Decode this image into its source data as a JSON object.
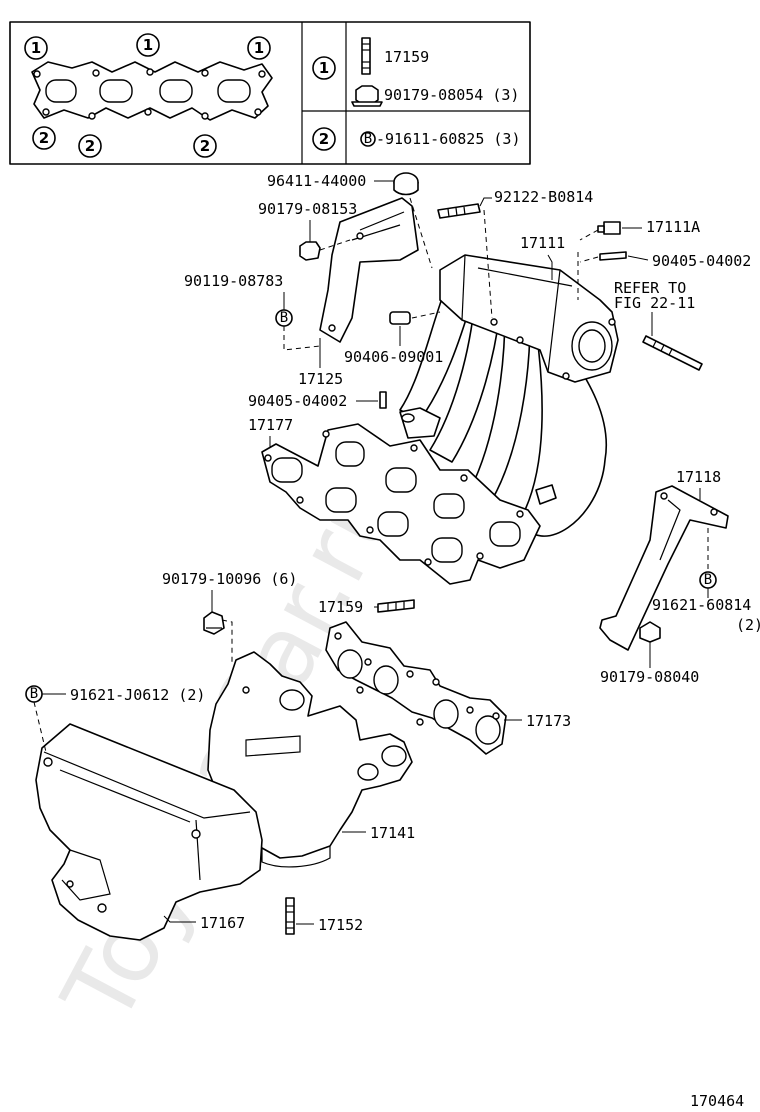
{
  "watermark": "ToyotaCar.ru",
  "legend": {
    "circle_1": "1",
    "circle_2": "2",
    "row1_part_a": "17159",
    "row1_part_b": "90179-08054 (3)",
    "row2_marker": "B",
    "row2_part": "-91611-60825 (3)"
  },
  "labels": {
    "p96411": "96411-44000",
    "p92122": "92122-B0814",
    "p90179_08153": "90179-08153",
    "p17111a": "17111A",
    "p17111": "17111",
    "p90405_04002_r": "90405-04002",
    "p90119": "90119-08783",
    "refer_to": "REFER TO",
    "fig": "FIG 22-11",
    "p90406": "90406-09001",
    "p17125": "17125",
    "p90405_04002_l": "90405-04002",
    "p17177": "17177",
    "p17118": "17118",
    "p90179_10096": "90179-10096 (6)",
    "p17159": "17159",
    "p91621_60814": "91621-60814",
    "p91621_60814_qty": "(2)",
    "p90179_08040": "90179-08040",
    "p91621_j0612": "91621-J0612 (2)",
    "p17173": "17173",
    "p17141": "17141",
    "p17167": "17167",
    "p17152": "17152",
    "marker_b": "B",
    "diagram_id": "170464"
  }
}
